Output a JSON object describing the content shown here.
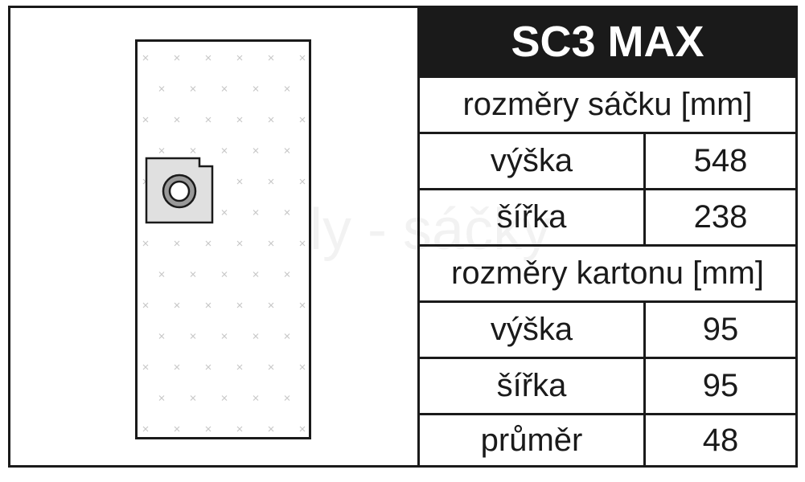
{
  "product": {
    "title": "SC3 MAX"
  },
  "watermark": "Jolly - sáčky",
  "sections": [
    {
      "heading": "rozměry sáčku [mm]",
      "rows": [
        {
          "label": "výška",
          "value": "548"
        },
        {
          "label": "šířka",
          "value": "238"
        }
      ]
    },
    {
      "heading": "rozměry kartonu [mm]",
      "rows": [
        {
          "label": "výška",
          "value": "95"
        },
        {
          "label": "šířka",
          "value": "95"
        },
        {
          "label": "průměr",
          "value": "48"
        }
      ]
    }
  ],
  "colors": {
    "border": "#1a1a1a",
    "header_bg": "#1a1a1a",
    "header_text": "#ffffff",
    "collar_fill": "#e0e0e0",
    "ring_fill": "#999999"
  }
}
